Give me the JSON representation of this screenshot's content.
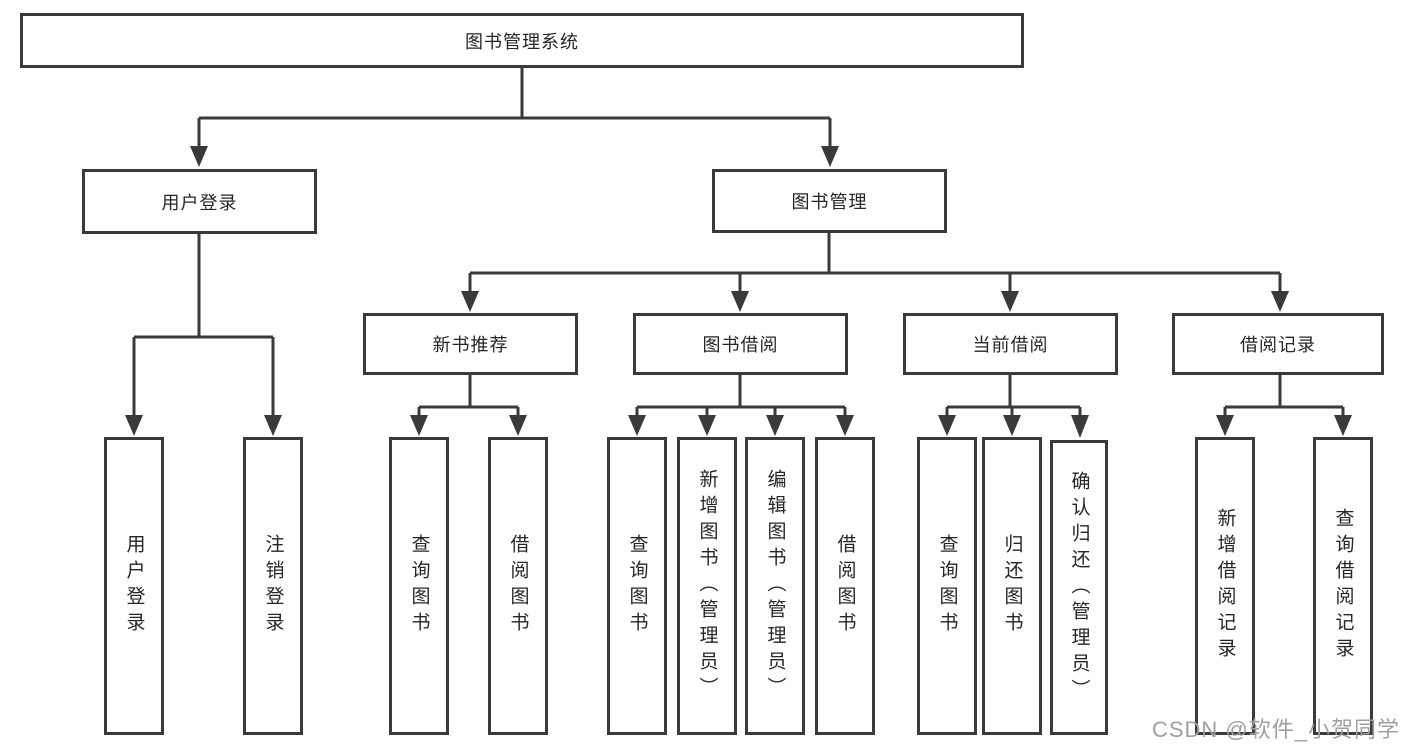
{
  "diagram": {
    "title_note": "functional structure chart",
    "root": {
      "label": "图书管理系统"
    },
    "level2": {
      "user_login": {
        "label": "用户登录"
      },
      "book_management": {
        "label": "图书管理"
      }
    },
    "level3": {
      "new_book_recommend": {
        "label": "新书推荐"
      },
      "book_borrowing": {
        "label": "图书借阅"
      },
      "current_borrowing": {
        "label": "当前借阅"
      },
      "borrowing_records": {
        "label": "借阅记录"
      }
    },
    "leaves": {
      "user_login": "用户登录",
      "logout": "注销登录",
      "recommend_query_books": "查询图书",
      "recommend_borrow_books": "借阅图书",
      "borrow_query_books": "查询图书",
      "borrow_add_books": "新增图书（管理员）",
      "borrow_edit_books": "编辑图书（管理员）",
      "borrow_borrow_books": "借阅图书",
      "current_query_books": "查询图书",
      "current_return_books": "归还图书",
      "current_confirm_return": "确认归还（管理员）",
      "records_add_record": "新增借阅记录",
      "records_query_record": "查询借阅记录"
    }
  },
  "watermark": {
    "text": "CSDN @软件_小贺同学"
  },
  "colors": {
    "line": "#3a3a3a",
    "box_border": "#3a3a3a",
    "text": "#262626",
    "watermark": "#a0a0a0",
    "background": "#ffffff"
  }
}
